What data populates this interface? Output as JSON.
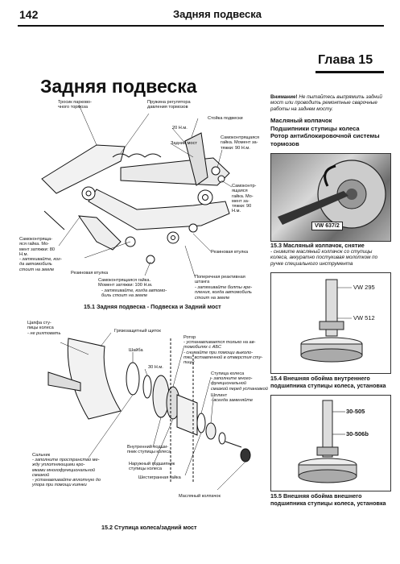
{
  "header": {
    "page_number": "142",
    "running_title": "Задняя подвеска"
  },
  "chapter": "Глава 15",
  "section_title": "Задняя подвеска",
  "warning": {
    "prefix": "Внимание!",
    "text": "Не пытайтесь выпрямить задний мост или проводить ремонтные сварочные работы на заднем мосту."
  },
  "contents": [
    "Масляный колпачок",
    "Подшипники ступицы колеса",
    "Ротор антиблокировочной системы тормозов"
  ],
  "fig1": {
    "caption": "15.1 Задняя подвеска - Подвеска и Задний мост",
    "labels": {
      "l1": "Тросик парково-\nчного тормоза",
      "l2": "Пружина регулятора\nдавления тормозов",
      "l3": "Стойка подвески",
      "l4": "20 Н.м.",
      "l5": "Задний мост",
      "l6": "Самоконтрящаяся\nгайка. Момент за-\nтяжки: 90 Н.м.",
      "l7": "Самоконтр-\nящаяся\nгайка. Мо-\nмент за-\nтяжки: 90\nН.м.",
      "l8": "Самоконтряща-\nяся гайка. Мо-\nмент затяжки: 80\nН.м.",
      "l8b": "- затягивайте, ког-\nда автомобиль\nстоит на земле",
      "l9": "Резиновая втулка",
      "l10": "Резиновая втулка",
      "l11": "Самоконтрящаяся гайка.\nМомент затяжки: 100 Н.м.",
      "l11b": "- затягивайте, когда автомо-\nбиль стоит на земле",
      "l12": "Поперечная реактивная\nштанга",
      "l12b": "- затягивайте болты кре-\nпления, когда автомобиль\nстоит на земле"
    }
  },
  "fig2": {
    "caption": "15.2 Ступица колеса/задний мост",
    "labels": {
      "m1": "Цапфа сту-\nпицы колеса",
      "m1b": "- не рихтовать",
      "m2": "Грязезащитный щиток",
      "m3": "Шайба",
      "m4": "30 Н.м.",
      "m5": "Ротор",
      "m5b": "- устанавливается только на ав-\nтомобилях с АБС\n- снимайте при помощи выколо-\nтки, вставленной в отверстия сту-\nпицы",
      "m6": "Ступица колеса",
      "m6b": "- заполните много-\nфункциональной\nсмазкой перед установкой",
      "m7": "Шплинт",
      "m7b": "- всегда заменяйте",
      "m8": "Сальник",
      "m8b": "- заполните пространство ме-\nжду уплотняющими кро-\nмками многофункциональной\nсмазкой\n- устанавливайте вплотную до\nупора при помощи киянки",
      "m9": "Внутренний подши-\nпник ступицы колеса",
      "m10": "Наружный подшипник\nступицы колеса",
      "m11": "Шестигранная гайка",
      "m12": "Масляный колпачок"
    }
  },
  "fig3": {
    "caption": "15.3 Масляный колпачок, снятие",
    "text": "- снимите масляный колпачок со ступицы колеса, аккуратно постукивая молотком по ручке специального инструмента",
    "tool": "VW 637/2"
  },
  "fig4": {
    "caption": "15.4 Внешняя обойма внутреннего подшипника ступицы колеса, установка",
    "tool1": "VW 295",
    "tool2": "VW 512"
  },
  "fig5": {
    "caption": "15.5 Внешняя обойма внешнего подшипника ступицы колеса, установка",
    "tool1": "30-505",
    "tool2": "30-506b"
  }
}
